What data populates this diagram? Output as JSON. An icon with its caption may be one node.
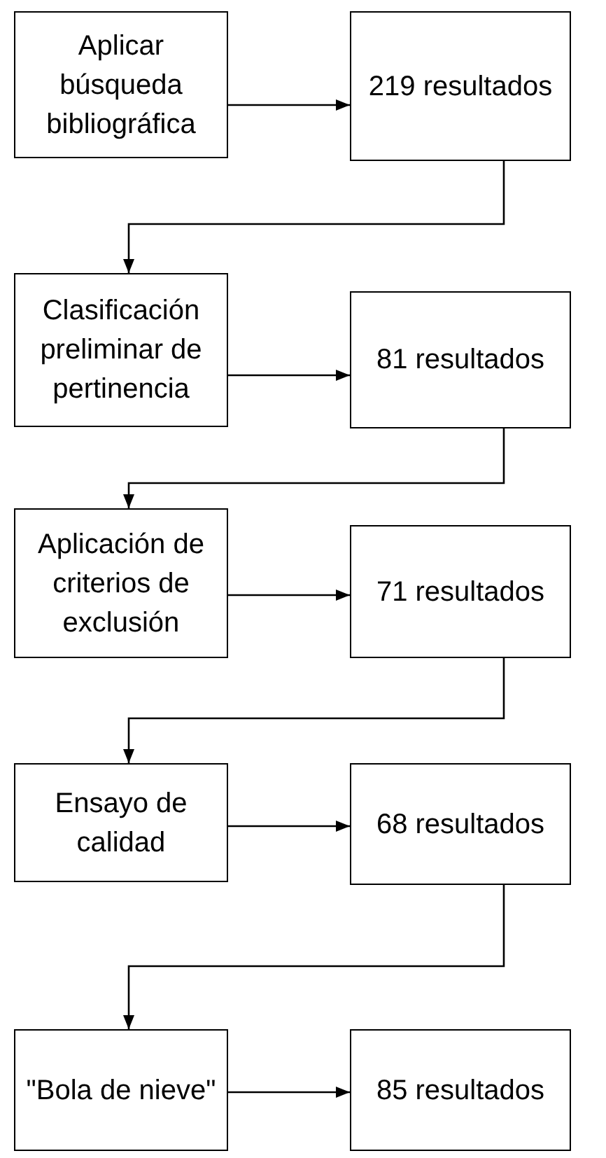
{
  "diagram": {
    "nodes": [
      {
        "text": [
          "Aplicar búsqueda bibliográfica"
        ]
      },
      {
        "text": [
          "219 resultados"
        ]
      },
      {
        "text": [
          "Clasificación preliminar de pertinencia"
        ]
      },
      {
        "text": [
          "81 resultados"
        ]
      },
      {
        "text": [
          "Aplicación de criterios de exclusión"
        ]
      },
      {
        "text": [
          "71 resultados"
        ]
      },
      {
        "text": [
          "Ensayo de calidad"
        ]
      },
      {
        "text": [
          "68 resultados"
        ]
      },
      {
        "text": [
          "\"Bola de nieve\""
        ]
      },
      {
        "text": [
          "85 resultados"
        ]
      }
    ],
    "edges": [
      {
        "from": 0,
        "to": 1,
        "arrow": "to"
      },
      {
        "from": 1,
        "to": 2,
        "arrow": "to"
      },
      {
        "from": 2,
        "to": 3,
        "arrow": "to"
      },
      {
        "from": 3,
        "to": 4,
        "arrow": "to"
      },
      {
        "from": 4,
        "to": 5,
        "arrow": "to"
      },
      {
        "from": 5,
        "to": 6,
        "arrow": "to"
      },
      {
        "from": 6,
        "to": 7,
        "arrow": "to"
      },
      {
        "from": 7,
        "to": 8,
        "arrow": "to"
      },
      {
        "from": 8,
        "to": 9,
        "arrow": "to"
      }
    ]
  }
}
